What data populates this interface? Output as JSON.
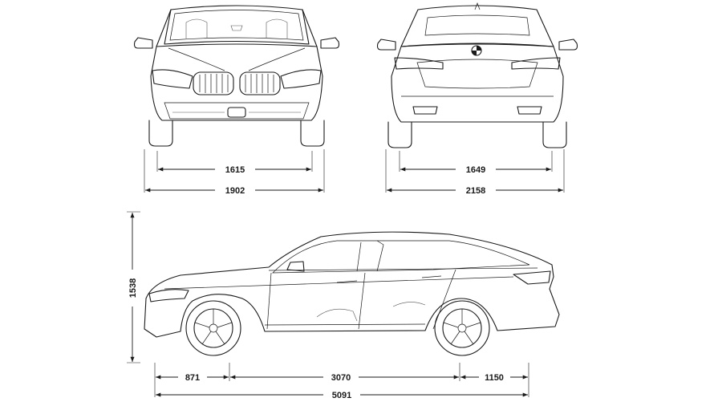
{
  "dimensions": {
    "front_track": "1615",
    "front_width": "1902",
    "rear_track": "1649",
    "width_with_mirrors": "2158",
    "height": "1538",
    "front_overhang": "871",
    "wheelbase": "3070",
    "rear_overhang": "1150",
    "length": "5091"
  },
  "icons": {
    "front_view": "car-front-view-icon",
    "rear_view": "car-rear-view-icon",
    "side_view": "car-side-view-icon"
  }
}
